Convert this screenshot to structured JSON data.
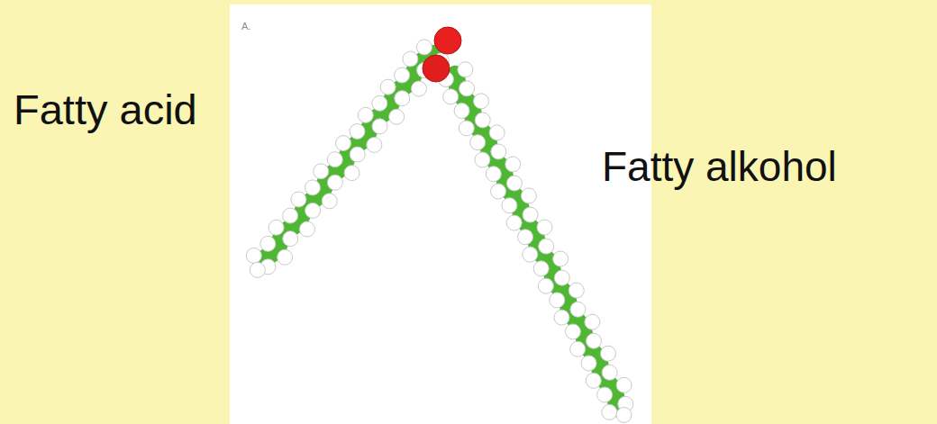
{
  "diagram": {
    "labels": [
      "A.",
      "Fatty acid",
      "Fatty alkohol"
    ]
  }
}
